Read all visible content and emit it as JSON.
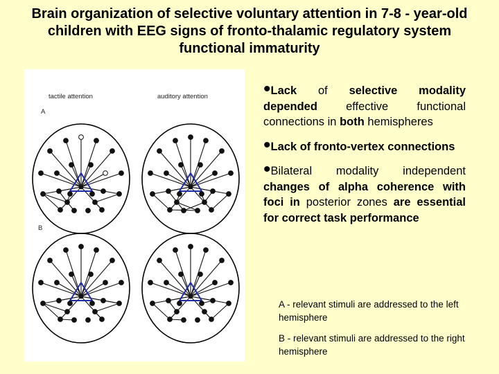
{
  "slide": {
    "title": "Brain organization of selective voluntary attention in 7-8 - year-old children with EEG signs of fronto-thalamic regulatory system functional immaturity"
  },
  "diagram": {
    "header_left": "tactile attention",
    "header_right": "auditory attention",
    "panel_a_label": "A",
    "panel_b_label": "B",
    "colors": {
      "node": "#111111",
      "triangle": "#1f2ea6",
      "panel": "#ffffff"
    }
  },
  "bullets": {
    "b1": {
      "p1": "Lack",
      "p2": " of ",
      "p3": "selective modality depended",
      "p4": " effective functional connections in ",
      "p5": "both",
      "p6": " hemispheres"
    },
    "b2": {
      "p1": "Lack of fronto-vertex connections"
    },
    "b3": {
      "p1": "Bilateral",
      "p2": " modality independent ",
      "p3": "changes of alpha coherence with foci in",
      "p4": " posterior zones ",
      "p5": "are essential for correct task performance"
    }
  },
  "notes": {
    "a": "A - relevant stimuli are addressed to the left hemisphere",
    "b": "B - relevant stimuli are addressed to the right hemisphere"
  }
}
